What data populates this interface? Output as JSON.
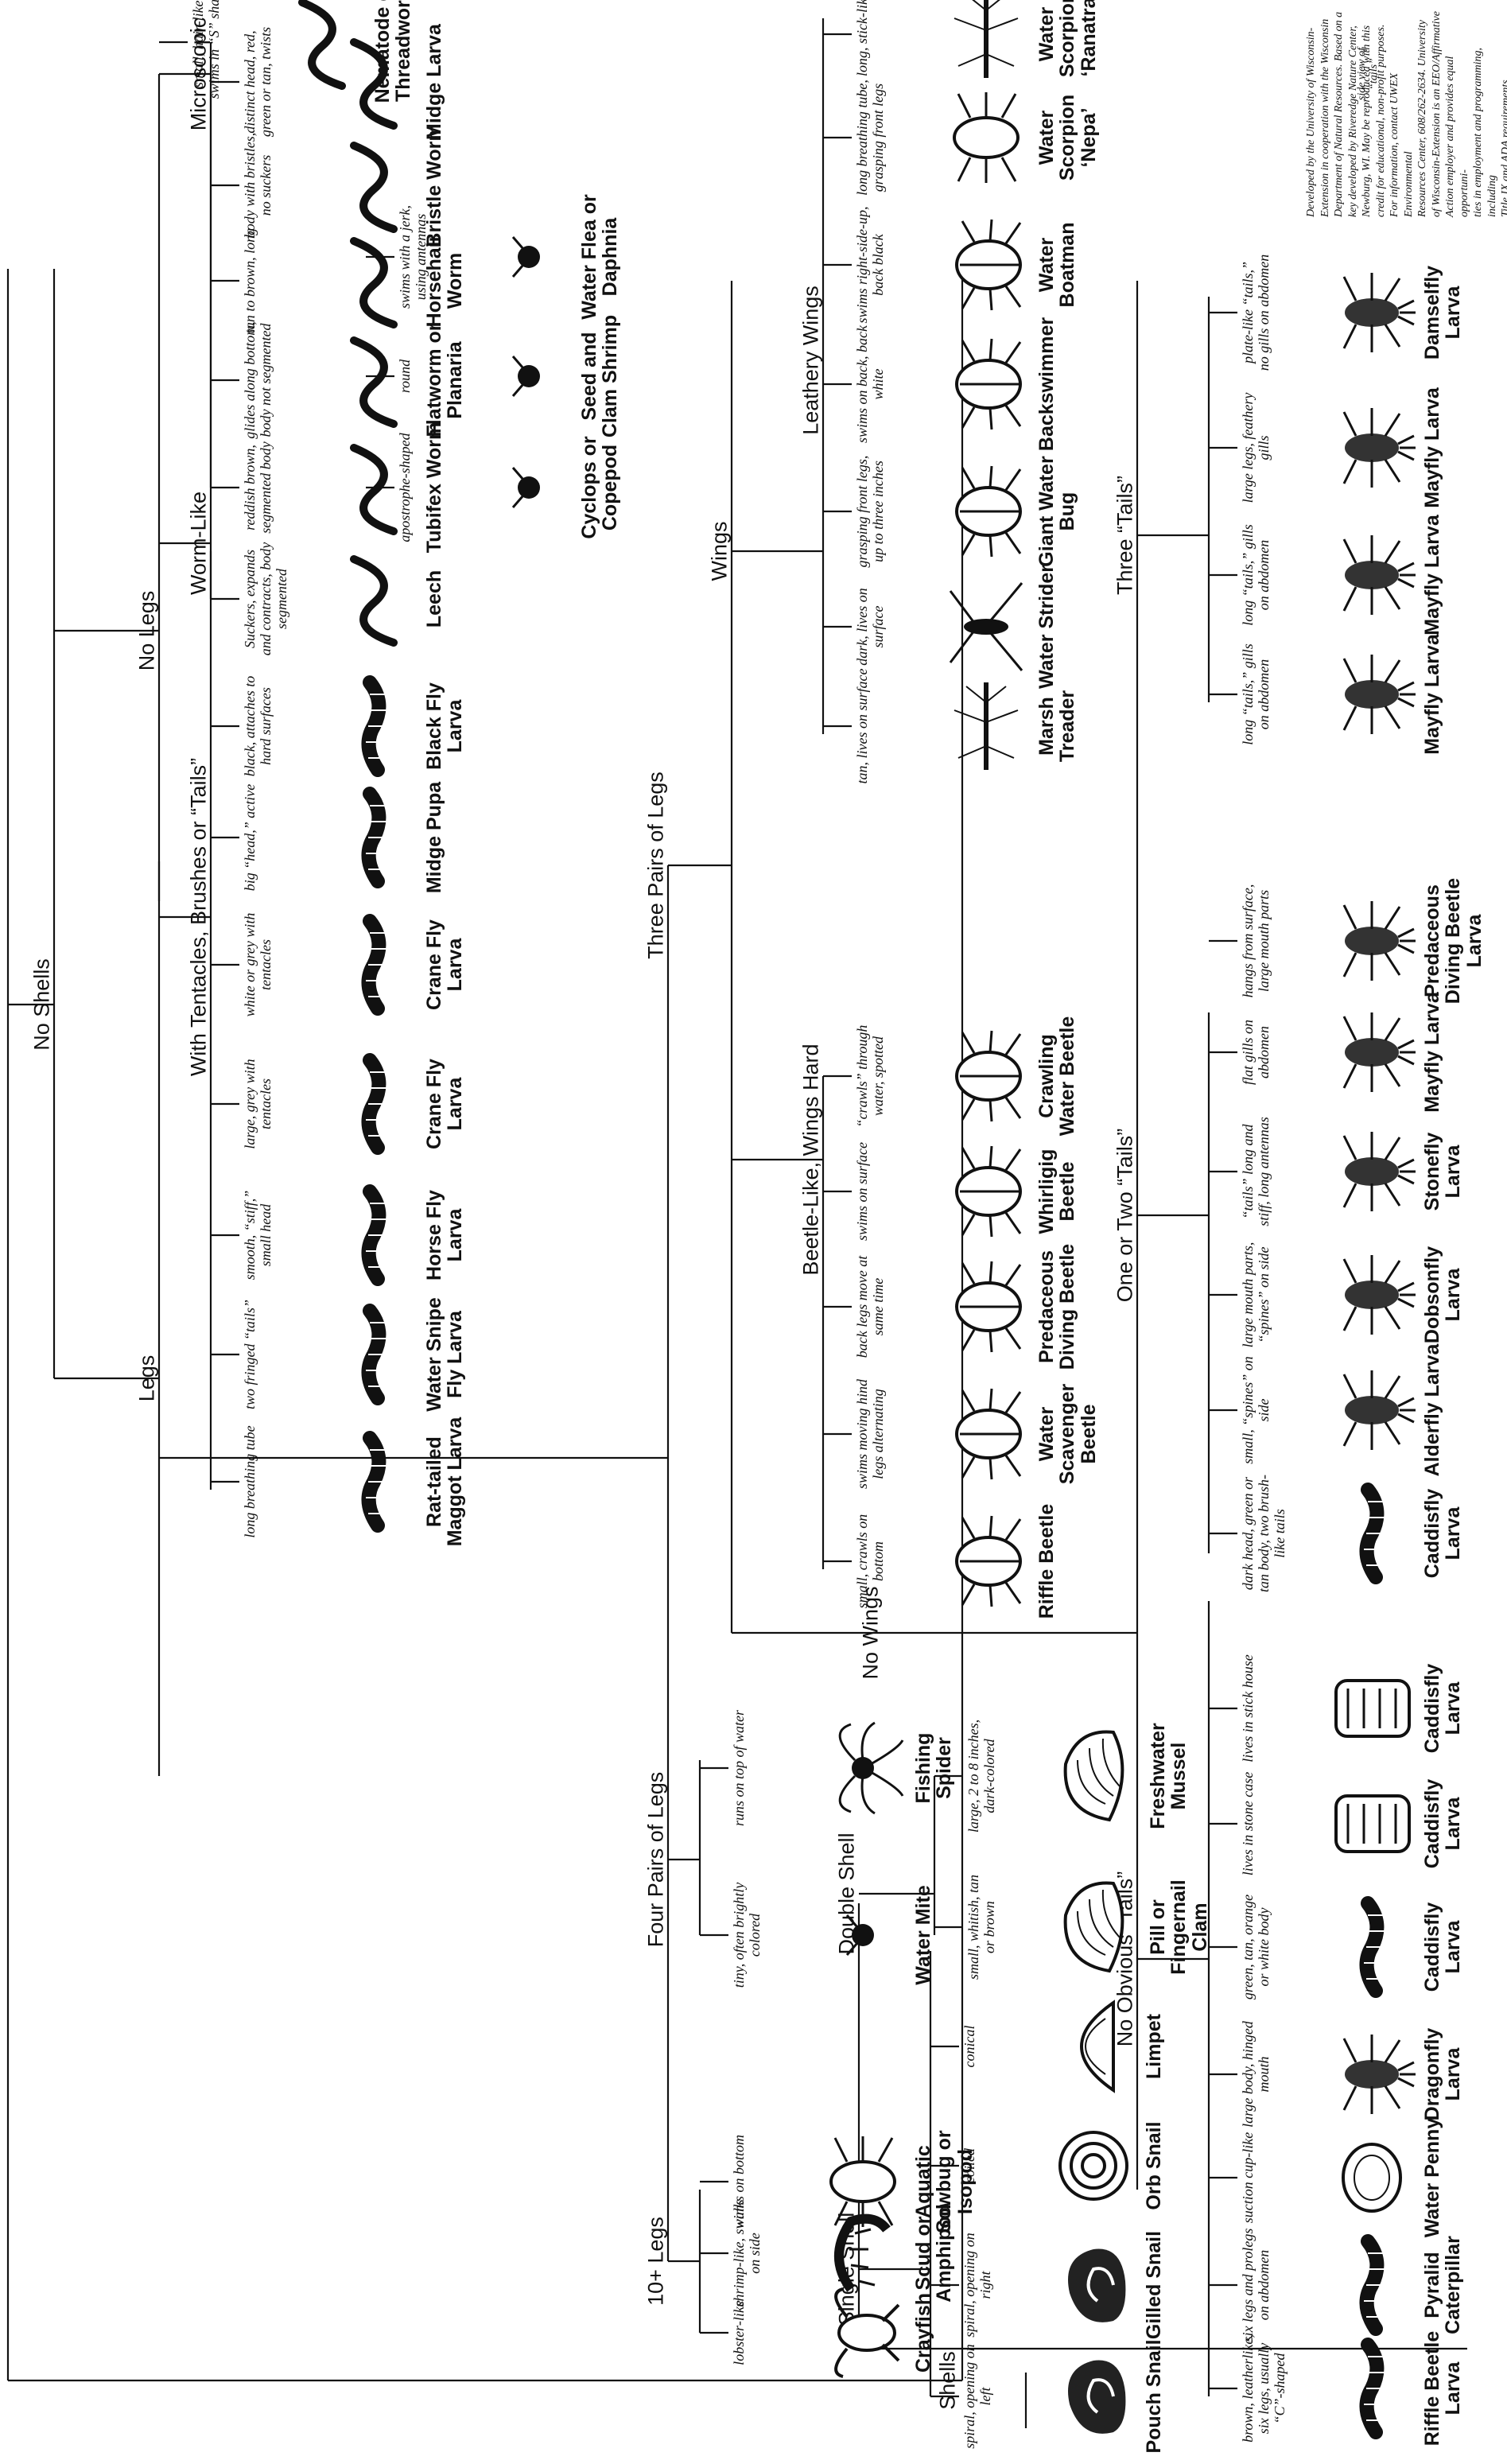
{
  "title": "",
  "credits": [
    "Developed by the University of Wisconsin-",
    "Extension in cooperation with the Wisconsin",
    "Department of Natural Resources. Based on a",
    "key developed by Riveredge Nature Center,",
    "Newburg, WI. May be reproduced with this",
    "credit for educational, non-profit purposes.",
    "For information, contact UWEX Environmental",
    "Resources Center, 608/262-2634. University",
    "of Wisconsin-Extension is an EEO/Affirmative",
    "Action employer and provides equal opportuni-",
    "ties in employment and programming, including",
    "Title IX and ADA requirements."
  ],
  "branches": {
    "shells": "Shells",
    "no_shells": "No Shells",
    "single_shell": "Single Shell",
    "double_shell": "Double Shell",
    "no_legs": "No Legs",
    "legs": "Legs",
    "microscopic": "Microscopic",
    "worm_like": "Worm-Like",
    "tentacles": "With Tentacles, Brushes or “Tails”",
    "ten_plus_legs": "10+ Legs",
    "four_pairs": "Four Pairs of Legs",
    "three_pairs": "Three Pairs of Legs",
    "wings": "Wings",
    "no_wings": "No Wings",
    "beetle_like": "Beetle-Like, Wings Hard",
    "leathery": "Leathery Wings",
    "three_tails": "Three “Tails”",
    "one_two_tails": "One or Two “Tails”",
    "no_tails": "No Obvious “Tails”"
  },
  "side_view_label": "side view of “tails”",
  "species": [
    {
      "id": "pouch-snail",
      "desc": "spiral, opening on left",
      "name": "Pouch Snail",
      "icon": "snail"
    },
    {
      "id": "gilled-snail",
      "desc": "spiral, opening on right",
      "name": "Gilled Snail",
      "icon": "snail"
    },
    {
      "id": "orb-snail",
      "desc": "coiled",
      "name": "Orb Snail",
      "icon": "coil"
    },
    {
      "id": "limpet",
      "desc": "conical",
      "name": "Limpet",
      "icon": "cone"
    },
    {
      "id": "pill-clam",
      "desc": "small, whitish, tan or brown",
      "name": "Pill or Fingernail Clam",
      "icon": "clam"
    },
    {
      "id": "mussel",
      "desc": "large, 2 to 8 inches, dark-colored",
      "name": "Freshwater Mussel",
      "icon": "clam"
    },
    {
      "id": "crayfish",
      "desc": "lobster-like",
      "name": "Crayfish",
      "icon": "crayfish"
    },
    {
      "id": "scud",
      "desc": "shrimp-like, swims on side",
      "name": "Scud or Amphipod",
      "icon": "shrimp"
    },
    {
      "id": "sowbug",
      "desc": "walks on bottom",
      "name": "Aquatic Sowbug or Isopod",
      "icon": "bug"
    },
    {
      "id": "water-mite",
      "desc": "tiny, often brightly colored",
      "name": "Water Mite",
      "icon": "dot"
    },
    {
      "id": "fishing-spider",
      "desc": "runs on top of water",
      "name": "Fishing Spider",
      "icon": "spider"
    },
    {
      "id": "rat-tailed-maggot",
      "desc": "long breathing tube",
      "name": "Rat-tailed Maggot Larva",
      "icon": "larva"
    },
    {
      "id": "water-snipe-fly",
      "desc": "two fringed “tails”",
      "name": "Water Snipe Fly Larva",
      "icon": "larva"
    },
    {
      "id": "horse-fly",
      "desc": "smooth, “stiff,” small head",
      "name": "Horse Fly Larva",
      "icon": "larva"
    },
    {
      "id": "crane-fly-large",
      "desc": "large, grey with tentacles",
      "name": "Crane Fly Larva",
      "icon": "larva"
    },
    {
      "id": "crane-fly-white",
      "desc": "white or grey with tentacles",
      "name": "Crane Fly Larva",
      "icon": "larva"
    },
    {
      "id": "midge-pupa",
      "desc": "big “head,” active",
      "name": "Midge Pupa",
      "icon": "larva"
    },
    {
      "id": "black-fly",
      "desc": "black, attaches to hard surfaces",
      "name": "Black Fly Larva",
      "icon": "larva"
    },
    {
      "id": "leech",
      "desc": "Suckers, expands and contracts, body segmented",
      "name": "Leech",
      "icon": "worm"
    },
    {
      "id": "tubifex",
      "desc": "reddish brown, segmented body",
      "name": "Tubifex Worm",
      "icon": "worm"
    },
    {
      "id": "flatworm",
      "desc": "glides along bottom, body not segmented",
      "name": "Flatworm or Planaria",
      "icon": "worm"
    },
    {
      "id": "horsehair",
      "desc": "tan to brown, long",
      "name": "Horsehair Worm",
      "icon": "worm"
    },
    {
      "id": "bristle",
      "desc": "body with bristles, no suckers",
      "name": "Bristle Worm",
      "icon": "worm"
    },
    {
      "id": "midge-larva",
      "desc": "distinct head, red, green or tan, twists",
      "name": "Midge Larva",
      "icon": "worm"
    },
    {
      "id": "nematode",
      "desc": "small, hair-like, swims in “S” shape",
      "name": "Nematode or Threadworm",
      "icon": "worm"
    },
    {
      "id": "cyclops",
      "desc": "apostrophe-shaped",
      "name": "Cyclops or Copepod",
      "icon": "dot"
    },
    {
      "id": "seed-shrimp",
      "desc": "round",
      "name": "Seed and Clam Shrimp",
      "icon": "dot"
    },
    {
      "id": "water-flea",
      "desc": "swims with a jerk, using antennas",
      "name": "Water Flea or Daphnia",
      "icon": "dot"
    },
    {
      "id": "riffle-beetle",
      "desc": "small, crawls on bottom",
      "name": "Riffle Beetle",
      "icon": "beetle"
    },
    {
      "id": "water-scavenger",
      "desc": "swims moving hind legs alternating",
      "name": "Water Scavenger Beetle",
      "icon": "beetle"
    },
    {
      "id": "predaceous-diving",
      "desc": "back legs move at same time",
      "name": "Predaceous Diving Beetle",
      "icon": "beetle"
    },
    {
      "id": "whirligig",
      "desc": "swims on surface",
      "name": "Whirligig Beetle",
      "icon": "beetle"
    },
    {
      "id": "crawling-water",
      "desc": "“crawls” through water, spotted",
      "name": "Crawling Water Beetle",
      "icon": "beetle"
    },
    {
      "id": "marsh-treader",
      "desc": "tan, lives on surface",
      "name": "Marsh Treader",
      "icon": "stick"
    },
    {
      "id": "water-strider",
      "desc": "dark, lives on surface",
      "name": "Water Strider",
      "icon": "strider"
    },
    {
      "id": "giant-water-bug",
      "desc": "grasping front legs, up to three inches",
      "name": "Giant Water Bug",
      "icon": "beetle"
    },
    {
      "id": "backswimmer",
      "desc": "swims on back, back white",
      "name": "Backswimmer",
      "icon": "beetle"
    },
    {
      "id": "water-boatman",
      "desc": "swims right-side-up, back black",
      "name": "Water Boatman",
      "icon": "beetle"
    },
    {
      "id": "water-scorpion-nepa",
      "desc": "long breathing tube, grasping front legs",
      "name": "Water Scorpion ‘Nepa’",
      "icon": "bug"
    },
    {
      "id": "water-scorpion-ranatra",
      "desc": "long, stick-like",
      "name": "Water Scorpion ‘Ranatra’",
      "icon": "stick"
    },
    {
      "id": "riffle-beetle-larva",
      "desc": "brown, leatherlike, six legs, usually “C”-shaped",
      "name": "Riffle Beetle Larva",
      "icon": "larva"
    },
    {
      "id": "pyralid",
      "desc": "six legs and prolegs on abdomen",
      "name": "Pyralid Caterpillar",
      "icon": "larva"
    },
    {
      "id": "water-penny",
      "desc": "suction cup-like",
      "name": "Water Penny",
      "icon": "disc"
    },
    {
      "id": "dragonfly",
      "desc": "large body, hinged mouth",
      "name": "Dragonfly Larva",
      "icon": "nymph"
    },
    {
      "id": "caddisfly-bare",
      "desc": "green, tan, orange or white body",
      "name": "Caddisfly Larva",
      "icon": "larva"
    },
    {
      "id": "caddisfly-stone",
      "desc": "lives in stone case",
      "name": "Caddisfly Larva",
      "icon": "case"
    },
    {
      "id": "caddisfly-stick",
      "desc": "lives in stick house",
      "name": "Caddisfly Larva",
      "icon": "case"
    },
    {
      "id": "caddisfly-tails",
      "desc": "dark head, green or tan body, two brush-like tails",
      "name": "Caddisfly Larva",
      "icon": "larva"
    },
    {
      "id": "alderfly",
      "desc": "small, “spines” on side",
      "name": "Alderfly Larva",
      "icon": "nymph"
    },
    {
      "id": "dobsonfly",
      "desc": "large mouth parts, “spines” on side",
      "name": "Dobsonfly Larva",
      "icon": "nymph"
    },
    {
      "id": "stonefly",
      "desc": "“tails” long and stiff, long antennas",
      "name": "Stonefly Larva",
      "icon": "nymph"
    },
    {
      "id": "mayfly-flat",
      "desc": "flat gills on abdomen",
      "name": "Mayfly Larva",
      "icon": "nymph"
    },
    {
      "id": "predaceous-larva",
      "desc": "hangs from surface, large mouth parts",
      "name": "Predaceous Diving Beetle Larva",
      "icon": "nymph"
    },
    {
      "id": "mayfly-1",
      "desc": "long “tails,” gills on abdomen",
      "name": "Mayfly Larva",
      "icon": "nymph"
    },
    {
      "id": "mayfly-2",
      "desc": "long “tails,” gills on abdomen",
      "name": "Mayfly Larva",
      "icon": "nymph"
    },
    {
      "id": "mayfly-3",
      "desc": "large legs, feathery gills",
      "name": "Mayfly Larva",
      "icon": "nymph"
    },
    {
      "id": "damselfly",
      "desc": "plate-like “tails,” no gills on abdomen",
      "name": "Damselfly Larva",
      "icon": "nymph"
    }
  ]
}
